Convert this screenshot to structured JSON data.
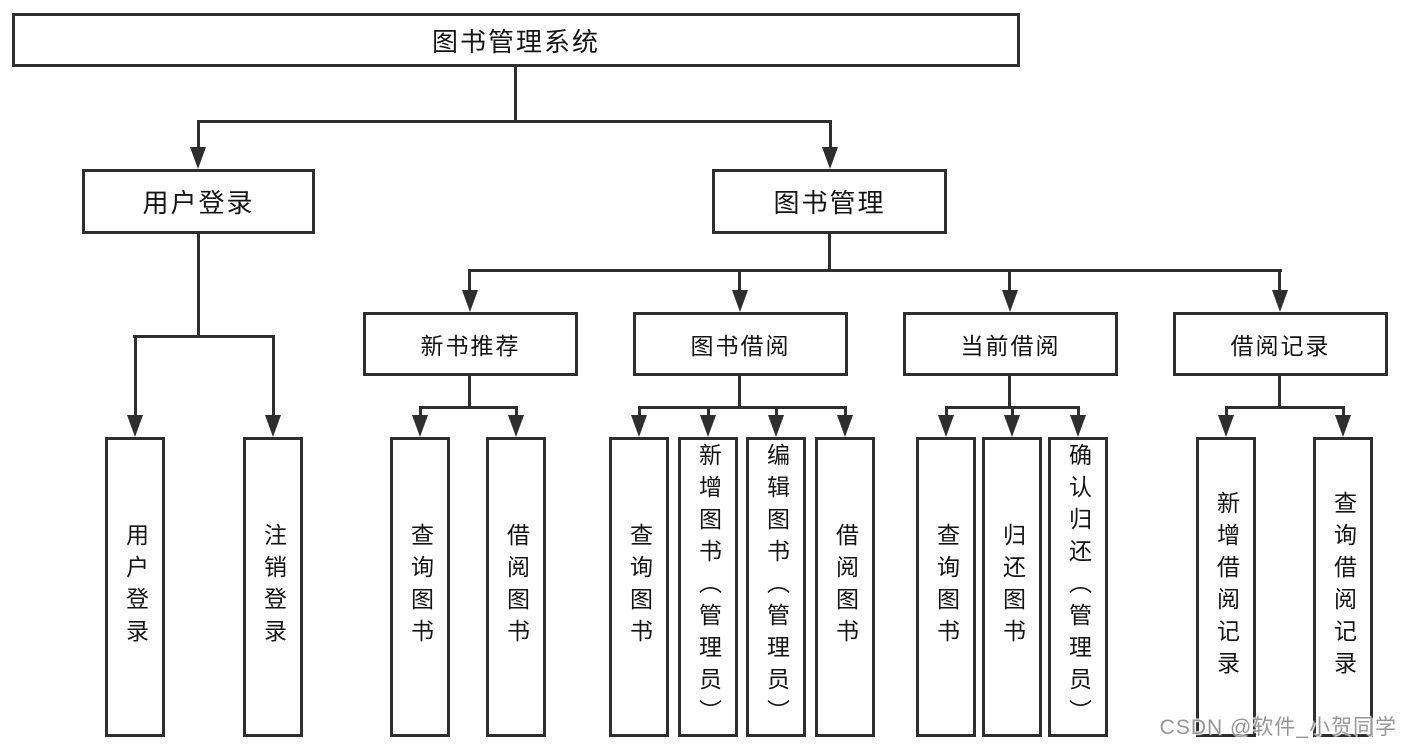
{
  "diagram": {
    "root": "图书管理系统",
    "level2": [
      {
        "label": "用户登录",
        "leaves": [
          "用户登录",
          "注销登录"
        ]
      },
      {
        "label": "图书管理"
      }
    ],
    "sections": [
      {
        "label": "新书推荐",
        "leaves": [
          "查询图书",
          "借阅图书"
        ]
      },
      {
        "label": "图书借阅",
        "leaves": [
          "查询图书",
          "新增图书（管理员）",
          "编辑图书（管理员）",
          "借阅图书"
        ]
      },
      {
        "label": "当前借阅",
        "leaves": [
          "查询图书",
          "归还图书",
          "确认归还（管理员）"
        ]
      },
      {
        "label": "借阅记录",
        "leaves": [
          "新增借阅记录",
          "查询借阅记录"
        ]
      }
    ],
    "watermark": "CSDN @软件_小贺同学",
    "colors": {
      "line": "#2e2e2e",
      "text": "#141414",
      "background": "#ffffff",
      "watermark": "#969696"
    }
  }
}
